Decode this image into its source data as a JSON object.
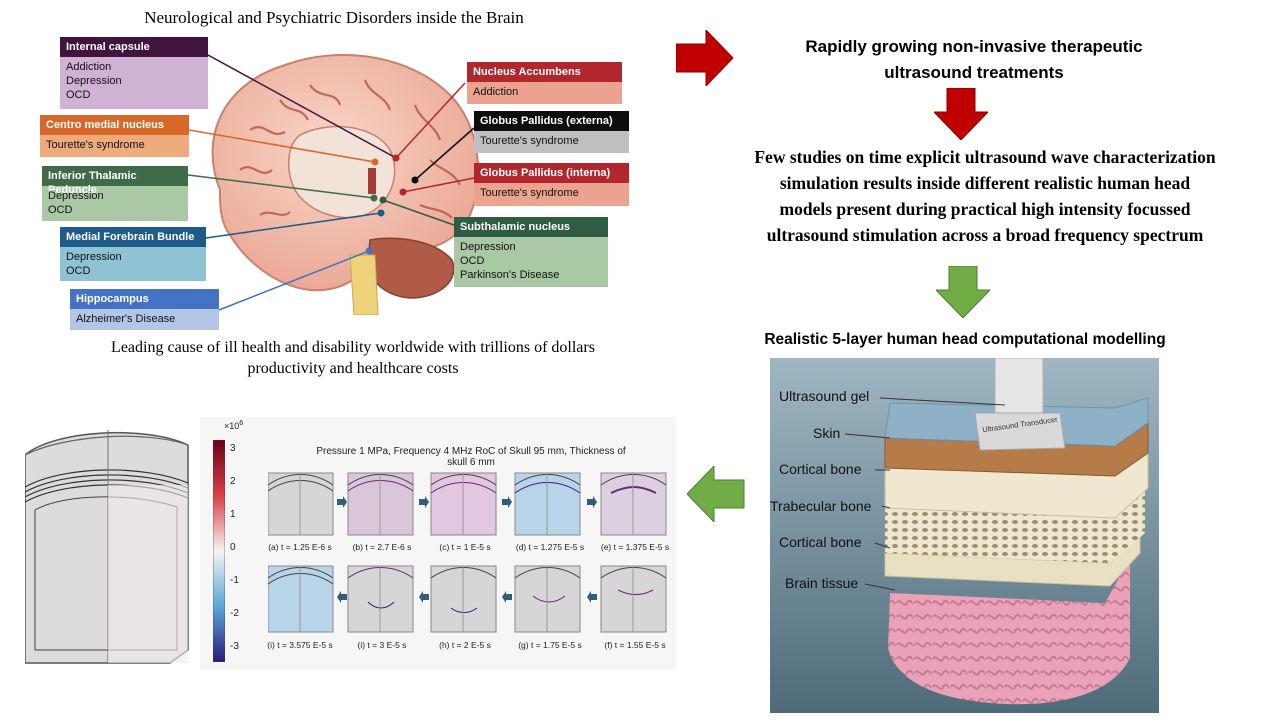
{
  "brain_section": {
    "title": "Neurological and Psychiatric Disorders inside the Brain",
    "caption_line1": "Leading cause of ill health and disability worldwide with trillions of dollars",
    "caption_line2": "productivity and healthcare costs",
    "labels": [
      {
        "name": "Internal capsule",
        "items": [
          "Addiction",
          "Depression",
          "OCD"
        ],
        "head_color": "#43133f",
        "body_color": "#cfb2d4"
      },
      {
        "name": "Centro medial nucleus",
        "items": [
          "Tourette's syndrome"
        ],
        "head_color": "#d8682a",
        "body_color": "#eeab7e"
      },
      {
        "name": "Inferior Thalamic Peduncle",
        "items": [
          "Depression",
          "OCD"
        ],
        "head_color": "#3e6b48",
        "body_color": "#a9c8a4"
      },
      {
        "name": "Medial Forebrain Bundle",
        "items": [
          "Depression",
          "OCD"
        ],
        "head_color": "#1e5a8a",
        "body_color": "#8fc3d4"
      },
      {
        "name": "Hippocampus",
        "items": [
          "Alzheimer's Disease"
        ],
        "head_color": "#4472c4",
        "body_color": "#b4c6e7"
      },
      {
        "name": "Nucleus Accumbens",
        "items": [
          "Addiction"
        ],
        "head_color": "#b1272d",
        "body_color": "#eba28f"
      },
      {
        "name": "Globus Pallidus (externa)",
        "items": [
          "Tourette's syndrome"
        ],
        "head_color": "#0d0d0d",
        "body_color": "#bfbfbf"
      },
      {
        "name": "Globus Pallidus (interna)",
        "items": [
          "Tourette's syndrome"
        ],
        "head_color": "#b1272d",
        "body_color": "#eba28f"
      },
      {
        "name": "Subthalamic nucleus",
        "items": [
          "Depression",
          "OCD",
          "Parkinson's Disease"
        ],
        "head_color": "#2f5c45",
        "body_color": "#a9c8a4"
      }
    ]
  },
  "flow": {
    "step1": [
      "Rapidly growing non-invasive therapeutic",
      "ultrasound treatments"
    ],
    "step2": [
      "Few studies on time explicit ultrasound wave characterization",
      "simulation results inside different realistic human head",
      "models present during practical high intensity focussed",
      "ultrasound stimulation across a broad frequency spectrum"
    ],
    "step3": "Realistic 5-layer human head computational modelling",
    "arrow_red": "#c00000",
    "arrow_green": "#70ad47"
  },
  "head_model": {
    "layers": [
      "Ultrasound gel",
      "Skin",
      "Cortical bone",
      "Trabecular bone",
      "Cortical bone",
      "Brain tissue"
    ],
    "transducer_label": "Ultrasound Transducer"
  },
  "simulation": {
    "title": "Pressure 1 MPa, Frequency 4 MHz RoC of Skull 95 mm, Thickness of skull 6 mm",
    "colorbar_exponent": "×10",
    "colorbar_exponent_power": "6",
    "colorbar_ticks": [
      "3",
      "2",
      "1",
      "0",
      "-1",
      "-2",
      "-3"
    ],
    "row1": [
      "(a) t = 1.25 E-6 s",
      "(b) t = 2.7 E-6 s",
      "(c) t = 1 E-5 s",
      "(d) t = 1.275 E-5 s",
      "(e) t = 1.375 E-5 s"
    ],
    "row2": [
      "(i) t = 3.575 E-5 s",
      "(i) t = 3 E-5 s",
      "(h) t = 2 E-5 s",
      "(g) t = 1.75 E-5 s",
      "(f) t = 1.55 E-5 s"
    ]
  }
}
